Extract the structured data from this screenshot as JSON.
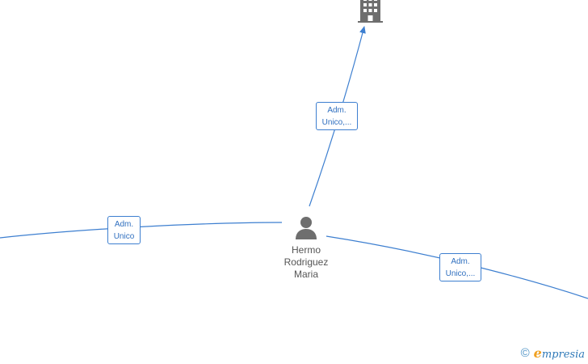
{
  "colors": {
    "edge": "#3d7fd0",
    "label_text": "#2f6fbf",
    "node_icon": "#6e6e6e",
    "name_text": "#555555",
    "brand_blue": "#2f79b8",
    "brand_orange": "#f0a020"
  },
  "nodes": {
    "person": {
      "icon": "person-icon",
      "name_lines": [
        "Hermo",
        "Rodriguez",
        "Maria"
      ]
    },
    "company": {
      "icon": "building-icon"
    }
  },
  "edges": {
    "to_company": {
      "label_lines": [
        "Adm.",
        "Unico,..."
      ]
    },
    "left": {
      "label_lines": [
        "Adm.",
        "Unico"
      ]
    },
    "right": {
      "label_lines": [
        "Adm.",
        "Unico,..."
      ]
    }
  },
  "footer": {
    "copyright_symbol": "©",
    "brand_initial": "e",
    "brand_rest": "mpresia"
  }
}
